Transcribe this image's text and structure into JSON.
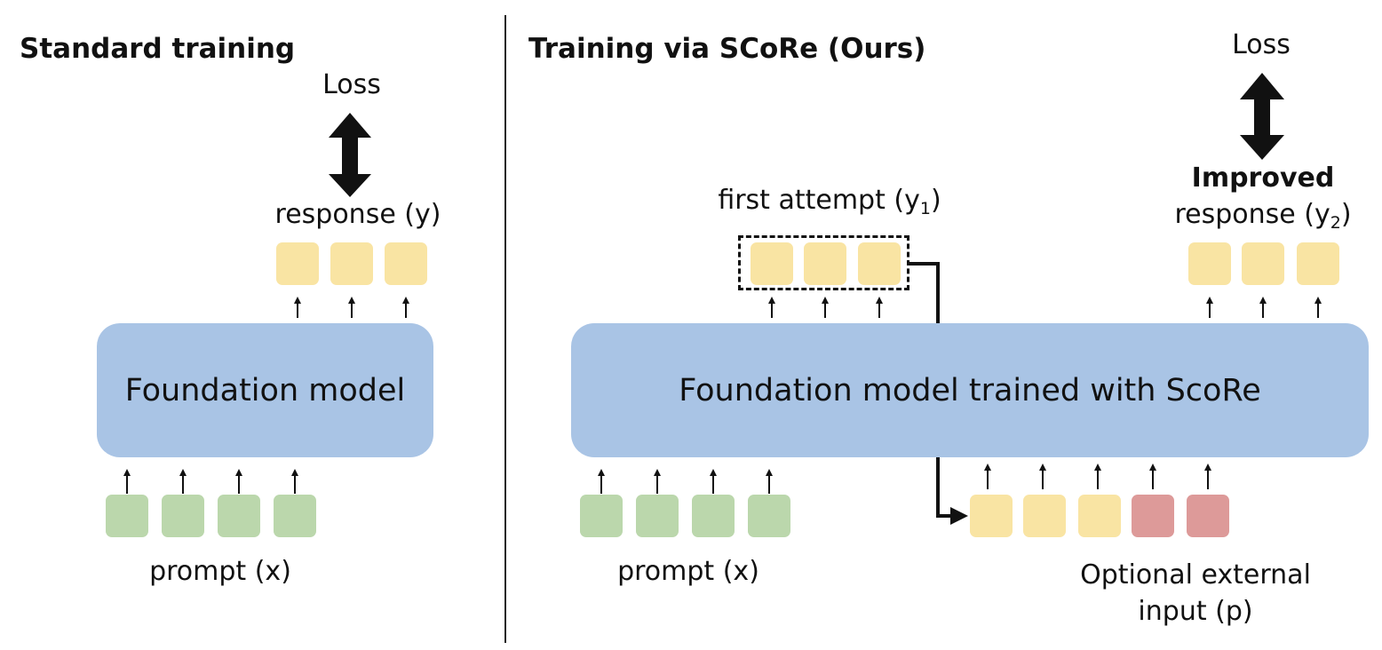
{
  "left_panel": {
    "title": "Standard training",
    "loss": "Loss",
    "response": "response (y)",
    "model": "Foundation model",
    "prompt": "prompt (x)"
  },
  "right_panel": {
    "title": "Training via SCoRe (Ours)",
    "loss": "Loss",
    "first_attempt": {
      "text": "first attempt (y",
      "sub": "1",
      "close": ")"
    },
    "improved": "Improved",
    "improved_response": {
      "text": "response (y",
      "sub": "2",
      "close": ")"
    },
    "model": "Foundation model trained with ScoRe",
    "prompt": "prompt (x)",
    "external_input_line1": "Optional external",
    "external_input_line2": "input (p)"
  },
  "colors": {
    "model_box": "#a9c4e5",
    "response_token": "#f9e4a3",
    "prompt_token": "#bbd7ac",
    "external_token": "#dd9a99"
  },
  "icons": {
    "loss_arrow": "double-headed-vertical-arrow",
    "token_arrow": "up-arrow",
    "feedback_arrow": "elbow-arrow"
  }
}
